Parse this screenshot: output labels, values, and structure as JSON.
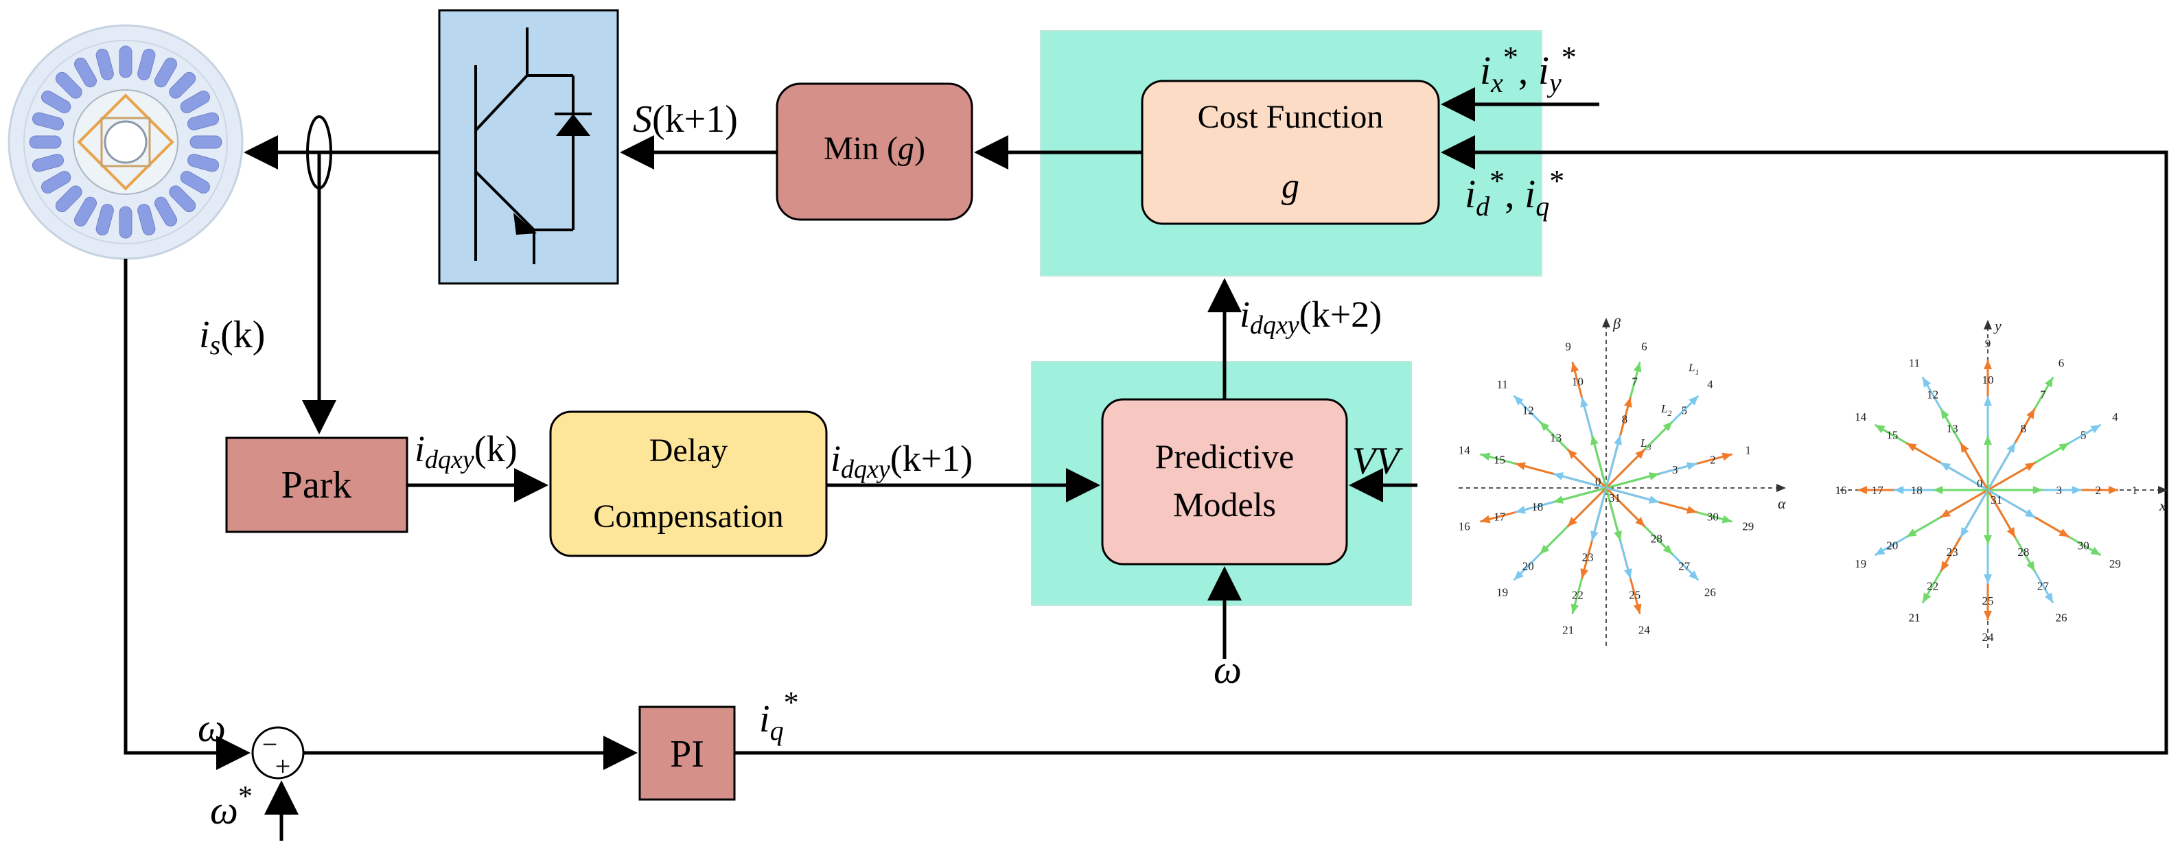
{
  "blocks": {
    "cost_function": {
      "title": "Cost Function",
      "symbol": "g"
    },
    "min": {
      "label_prefix": "Min (",
      "symbol": "g",
      "label_suffix": ")"
    },
    "park": {
      "label": "Park"
    },
    "delay": {
      "line1": "Delay",
      "line2": "Compensation"
    },
    "predictive": {
      "line1": "Predictive",
      "line2": "Models"
    },
    "pi": {
      "label": "PI"
    }
  },
  "signals": {
    "s_k1": {
      "base": "S",
      "args": "(k+1)"
    },
    "is_k": {
      "base": "i",
      "sub": "s",
      "args": "(k)"
    },
    "idqxy_k": {
      "base": "i",
      "sub": "dqxy",
      "args": "(k)"
    },
    "idqxy_k1": {
      "base": "i",
      "sub": "dqxy",
      "args": "(k+1)"
    },
    "idqxy_k2": {
      "base": "i",
      "sub": "dqxy",
      "args": "(k+2)"
    },
    "ixy_ref": {
      "a": "i",
      "a_sub": "x",
      "sep": ", ",
      "b": "i",
      "b_sub": "y",
      "sup": "*"
    },
    "idq_ref": {
      "a": "i",
      "a_sub": "d",
      "sep": ", ",
      "b": "i",
      "b_sub": "q",
      "sup": "*"
    },
    "vv": "VV",
    "omega": "ω",
    "omega_feedback": "ω",
    "omega_ref": "ω",
    "omega_ref_sup": "*",
    "iq_ref": {
      "base": "i",
      "sub": "q",
      "sup": "*"
    },
    "sum_minus": "−",
    "sum_plus": "+"
  },
  "vector_diagrams": [
    {
      "axis_h": "α",
      "axis_v": "β",
      "line_labels": [
        "L",
        "L",
        "L"
      ],
      "line_label_subs": [
        "1",
        "2",
        "3"
      ],
      "labels": [
        "0",
        "31",
        "1",
        "2",
        "3",
        "4",
        "5",
        "6",
        "7",
        "8",
        "9",
        "10",
        "11",
        "12",
        "13",
        "14",
        "15",
        "16",
        "17",
        "18",
        "19",
        "20",
        "21",
        "22",
        "23",
        "24",
        "25",
        "26",
        "27",
        "28",
        "29",
        "30"
      ]
    },
    {
      "axis_h": "x",
      "axis_v": "y",
      "labels": [
        "0",
        "31",
        "1",
        "2",
        "3",
        "4",
        "5",
        "6",
        "7",
        "8",
        "9",
        "10",
        "11",
        "12",
        "13",
        "14",
        "15",
        "16",
        "17",
        "18",
        "19",
        "20",
        "21",
        "22",
        "23",
        "24",
        "25",
        "26",
        "27",
        "28",
        "29",
        "30"
      ]
    }
  ],
  "colors": {
    "green_panel": "#9ff0dc",
    "cost_block": "#fddcc6",
    "min_block": "#d5908a",
    "park_block": "#d5908a",
    "pi_block": "#d5908a",
    "delay_block": "#fde59a",
    "predictive_block": "#f7c7c2",
    "inverter_block": "#b9d7ef",
    "vector_orange": "#f07a2a",
    "vector_blue": "#7cc8ee",
    "vector_green": "#6fd96a"
  }
}
